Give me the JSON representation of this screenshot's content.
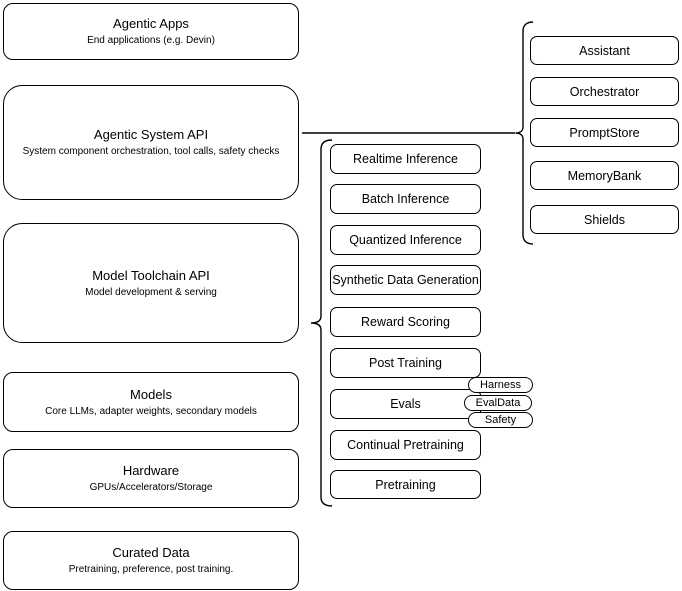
{
  "diagram": {
    "left_stack": [
      {
        "title": "Agentic Apps",
        "subtitle": "End applications (e.g. Devin)"
      },
      {
        "title": "Agentic System API",
        "subtitle": "System component orchestration, tool calls, safety checks"
      },
      {
        "title": "Model Toolchain API",
        "subtitle": "Model development & serving"
      },
      {
        "title": "Models",
        "subtitle": "Core LLMs, adapter weights, secondary models"
      },
      {
        "title": "Hardware",
        "subtitle": "GPUs/Accelerators/Storage"
      },
      {
        "title": "Curated Data",
        "subtitle": "Pretraining, preference, post training."
      }
    ],
    "toolchain_group": {
      "items": [
        {
          "label": "Realtime Inference"
        },
        {
          "label": "Batch Inference"
        },
        {
          "label": "Quantized Inference"
        },
        {
          "label": "Synthetic Data Generation"
        },
        {
          "label": "Reward Scoring"
        },
        {
          "label": "Post Training"
        },
        {
          "label": "Evals"
        },
        {
          "label": "Continual Pretraining"
        },
        {
          "label": "Pretraining"
        }
      ]
    },
    "evals_tags": [
      {
        "label": "Harness"
      },
      {
        "label": "EvalData"
      },
      {
        "label": "Safety"
      }
    ],
    "system_group": {
      "items": [
        {
          "label": "Assistant"
        },
        {
          "label": "Orchestrator"
        },
        {
          "label": "PromptStore"
        },
        {
          "label": "MemoryBank"
        },
        {
          "label": "Shields"
        }
      ]
    },
    "colors": {
      "stroke": "#000000",
      "fill": "#ffffff",
      "background": "#ffffff",
      "text": "#000000"
    }
  }
}
